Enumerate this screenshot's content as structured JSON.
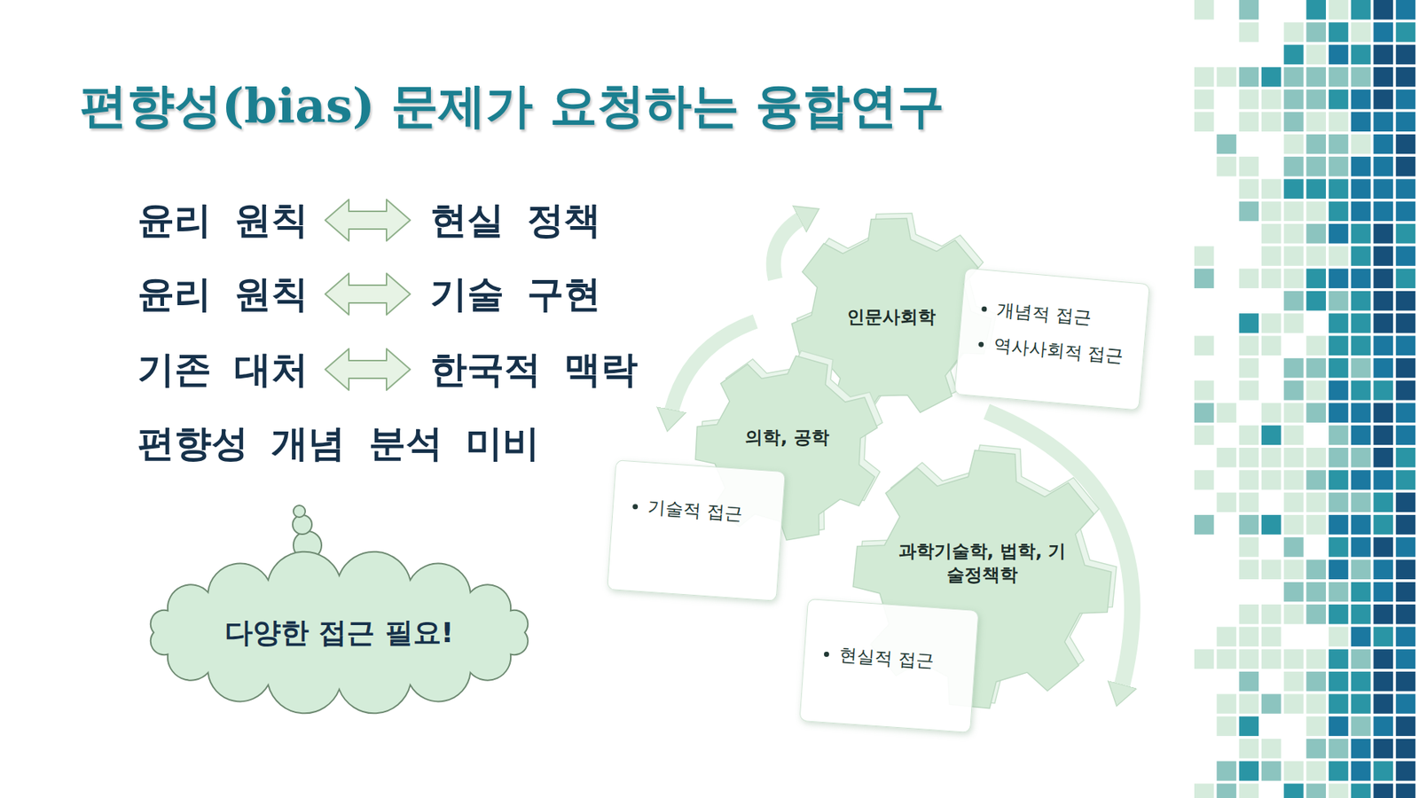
{
  "diagram": {
    "title": "편향성(bias) 문제가 요청하는 융합연구",
    "nodes": [
      {
        "text": [
          "다양한 접근 필요!"
        ]
      },
      {
        "text": [
          "인문사회학"
        ]
      },
      {
        "text": [
          "개념적 접근",
          "역사사회적 접근"
        ]
      },
      {
        "text": [
          "의학, 공학"
        ]
      },
      {
        "text": [
          "기술적 접근"
        ]
      },
      {
        "text": [
          "과학기술학, 법학, 기술정책학"
        ]
      },
      {
        "text": [
          "현실적 접근"
        ]
      }
    ],
    "labels": [
      "윤리 원칙",
      "현실 정책",
      "윤리 원칙",
      "기술 구현",
      "기존 대처",
      "한국적 맥락",
      "편향성 개념 분석 미비"
    ]
  }
}
